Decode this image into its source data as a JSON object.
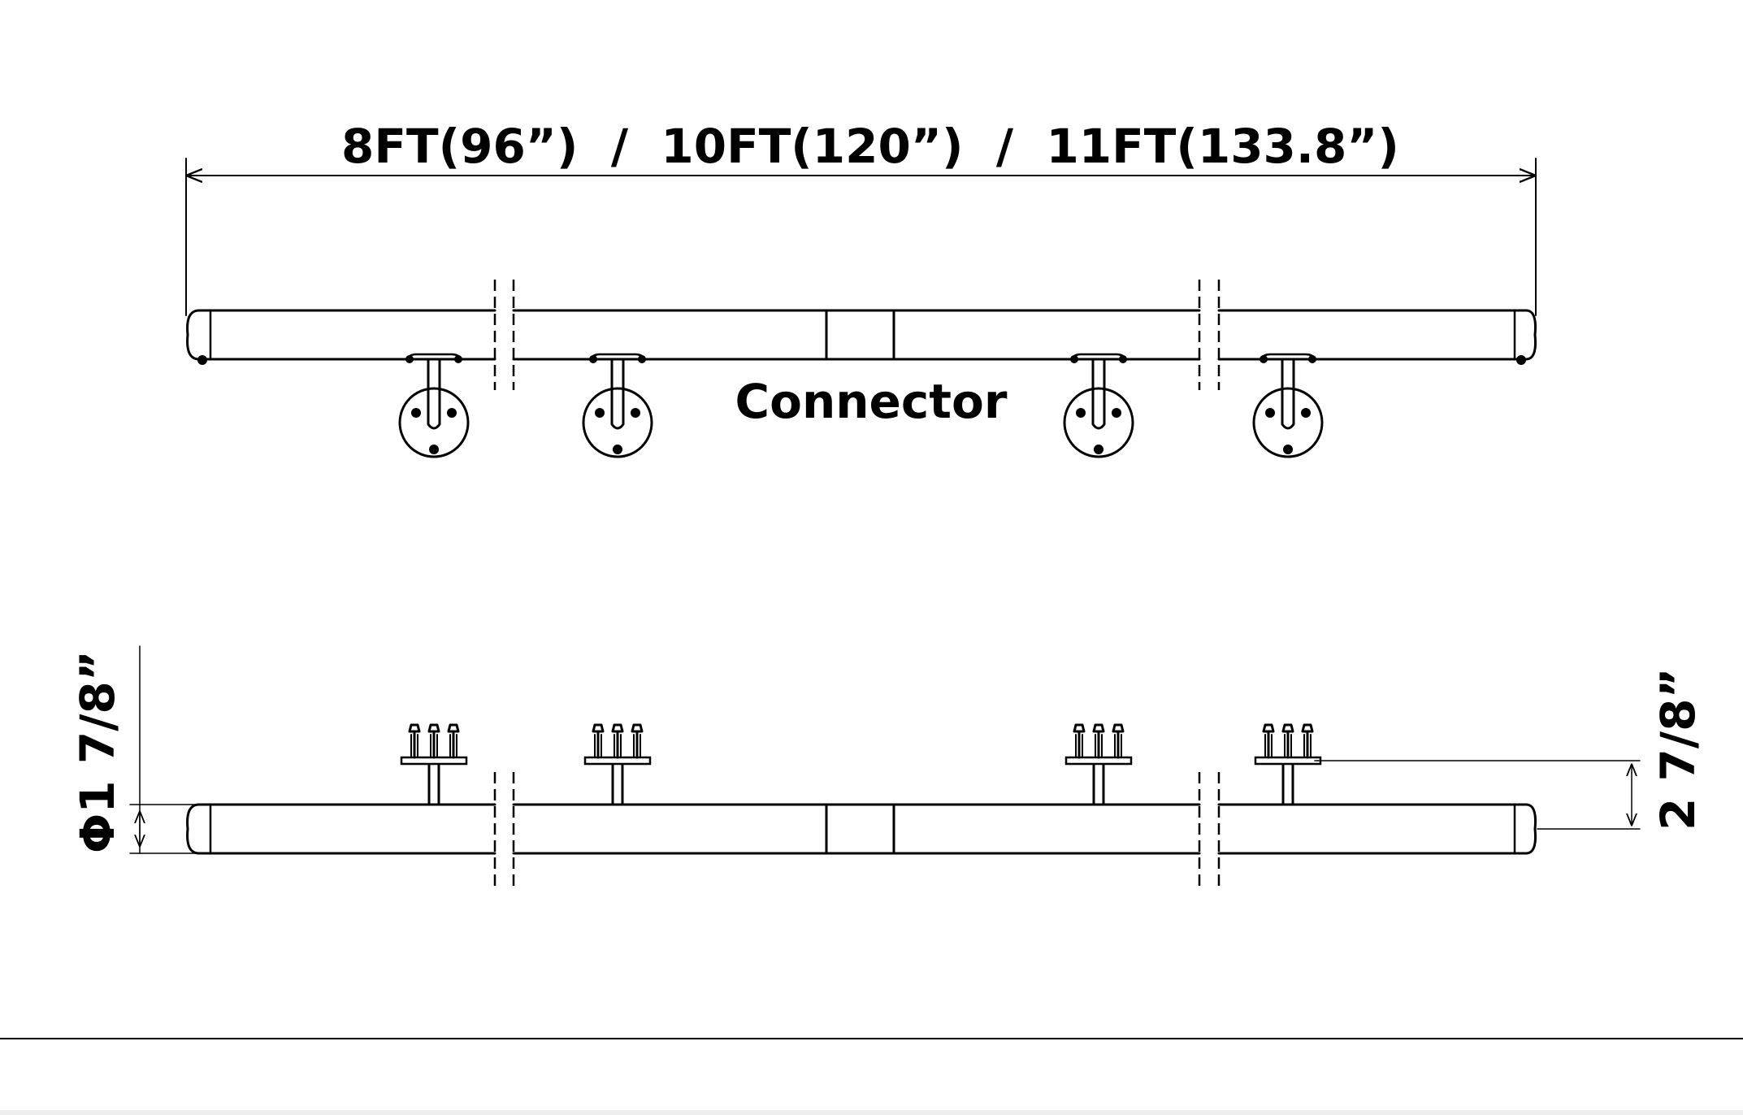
{
  "diagram": {
    "length_label": "8FT(96”)  /  10FT(120”)  /  11FT(133.8”)",
    "connector_label": "Connector",
    "diameter_label": "Φ1 7/8”",
    "height_label": "2 7/8”"
  },
  "colors": {
    "line": "#000000",
    "background": "#ffffff",
    "bottom_band": "#eeeeee"
  }
}
